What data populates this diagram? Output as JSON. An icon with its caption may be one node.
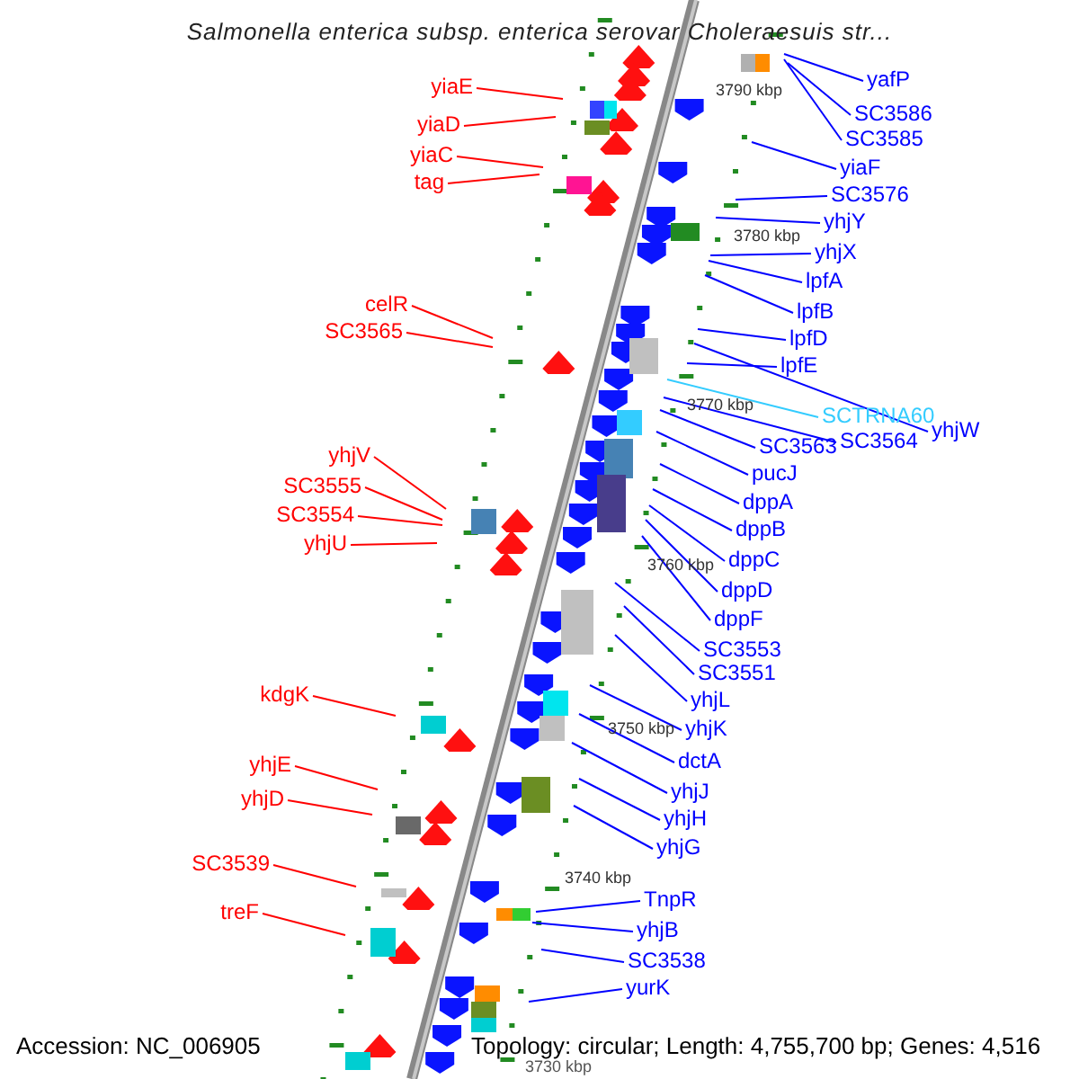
{
  "diagram": {
    "title": "Salmonella enterica subsp. enterica serovar Choleraesuis str...",
    "nodes": [
      {
        "text": [
          "yiaE"
        ]
      },
      {
        "text": [
          "yiaD"
        ]
      },
      {
        "text": [
          "yiaC"
        ]
      },
      {
        "text": [
          "tag"
        ]
      },
      {
        "text": [
          "celR"
        ]
      },
      {
        "text": [
          "SC3565"
        ]
      },
      {
        "text": [
          "yhjV"
        ]
      },
      {
        "text": [
          "SC3555"
        ]
      },
      {
        "text": [
          "SC3554"
        ]
      },
      {
        "text": [
          "yhjU"
        ]
      },
      {
        "text": [
          "kdgK"
        ]
      },
      {
        "text": [
          "yhjE"
        ]
      },
      {
        "text": [
          "yhjD"
        ]
      },
      {
        "text": [
          "SC3539"
        ]
      },
      {
        "text": [
          "treF"
        ]
      },
      {
        "text": [
          "yafP"
        ]
      },
      {
        "text": [
          "SC3586"
        ]
      },
      {
        "text": [
          "SC3585"
        ]
      },
      {
        "text": [
          "yiaF"
        ]
      },
      {
        "text": [
          "SC3576"
        ]
      },
      {
        "text": [
          "yhjY"
        ]
      },
      {
        "text": [
          "yhjX"
        ]
      },
      {
        "text": [
          "lpfA"
        ]
      },
      {
        "text": [
          "lpfB"
        ]
      },
      {
        "text": [
          "lpfD"
        ]
      },
      {
        "text": [
          "lpfE"
        ]
      },
      {
        "text": [
          "SCTRNA60"
        ]
      },
      {
        "text": [
          "yhjW"
        ]
      },
      {
        "text": [
          "SC3564"
        ]
      },
      {
        "text": [
          "SC3563"
        ]
      },
      {
        "text": [
          "pucJ"
        ]
      },
      {
        "text": [
          "dppA"
        ]
      },
      {
        "text": [
          "dppB"
        ]
      },
      {
        "text": [
          "dppC"
        ]
      },
      {
        "text": [
          "dppD"
        ]
      },
      {
        "text": [
          "dppF"
        ]
      },
      {
        "text": [
          "SC3553"
        ]
      },
      {
        "text": [
          "SC3551"
        ]
      },
      {
        "text": [
          "yhjL"
        ]
      },
      {
        "text": [
          "yhjK"
        ]
      },
      {
        "text": [
          "dctA"
        ]
      },
      {
        "text": [
          "yhjJ"
        ]
      },
      {
        "text": [
          "yhjH"
        ]
      },
      {
        "text": [
          "yhjG"
        ]
      },
      {
        "text": [
          "TnpR"
        ]
      },
      {
        "text": [
          "yhjB"
        ]
      },
      {
        "text": [
          "SC3538"
        ]
      },
      {
        "text": [
          "yurK"
        ]
      }
    ],
    "edges": [
      {
        "from": 0,
        "to": null,
        "arrow": "none",
        "color": "#ff0000"
      },
      {
        "from": 1,
        "to": null,
        "arrow": "none",
        "color": "#ff0000"
      },
      {
        "from": 2,
        "to": null,
        "arrow": "none",
        "color": "#ff0000"
      },
      {
        "from": 3,
        "to": null,
        "arrow": "none",
        "color": "#ff0000"
      },
      {
        "from": 4,
        "to": null,
        "arrow": "none",
        "color": "#ff0000"
      },
      {
        "from": 5,
        "to": null,
        "arrow": "none",
        "color": "#ff0000"
      },
      {
        "from": 6,
        "to": null,
        "arrow": "none",
        "color": "#ff0000"
      },
      {
        "from": 7,
        "to": null,
        "arrow": "none",
        "color": "#ff0000"
      },
      {
        "from": 8,
        "to": null,
        "arrow": "none",
        "color": "#ff0000"
      },
      {
        "from": 9,
        "to": null,
        "arrow": "none",
        "color": "#ff0000"
      },
      {
        "from": 10,
        "to": null,
        "arrow": "none",
        "color": "#ff0000"
      },
      {
        "from": 11,
        "to": null,
        "arrow": "none",
        "color": "#ff0000"
      },
      {
        "from": 12,
        "to": null,
        "arrow": "none",
        "color": "#ff0000"
      },
      {
        "from": 13,
        "to": null,
        "arrow": "none",
        "color": "#ff0000"
      },
      {
        "from": 14,
        "to": null,
        "arrow": "none",
        "color": "#ff0000"
      },
      {
        "from": 15,
        "to": null,
        "arrow": "none"
      },
      {
        "from": 16,
        "to": null,
        "arrow": "none"
      },
      {
        "from": 17,
        "to": null,
        "arrow": "none"
      },
      {
        "from": 18,
        "to": null,
        "arrow": "none"
      },
      {
        "from": 19,
        "to": null,
        "arrow": "none"
      },
      {
        "from": 20,
        "to": null,
        "arrow": "none"
      },
      {
        "from": 21,
        "to": null,
        "arrow": "none"
      },
      {
        "from": 22,
        "to": null,
        "arrow": "none"
      },
      {
        "from": 23,
        "to": null,
        "arrow": "none"
      },
      {
        "from": 24,
        "to": null,
        "arrow": "none"
      },
      {
        "from": 25,
        "to": null,
        "arrow": "none"
      },
      {
        "from": 26,
        "to": null,
        "arrow": "none",
        "color": "#33ccff"
      },
      {
        "from": 27,
        "to": null,
        "arrow": "none"
      },
      {
        "from": 28,
        "to": null,
        "arrow": "none"
      },
      {
        "from": 29,
        "to": null,
        "arrow": "none"
      },
      {
        "from": 30,
        "to": null,
        "arrow": "none"
      },
      {
        "from": 31,
        "to": null,
        "arrow": "none"
      },
      {
        "from": 32,
        "to": null,
        "arrow": "none"
      },
      {
        "from": 33,
        "to": null,
        "arrow": "none"
      },
      {
        "from": 34,
        "to": null,
        "arrow": "none"
      },
      {
        "from": 35,
        "to": null,
        "arrow": "none"
      },
      {
        "from": 36,
        "to": null,
        "arrow": "none"
      },
      {
        "from": 37,
        "to": null,
        "arrow": "none"
      },
      {
        "from": 38,
        "to": null,
        "arrow": "none"
      },
      {
        "from": 39,
        "to": null,
        "arrow": "none"
      },
      {
        "from": 40,
        "to": null,
        "arrow": "none"
      },
      {
        "from": 41,
        "to": null,
        "arrow": "none"
      },
      {
        "from": 42,
        "to": null,
        "arrow": "none"
      },
      {
        "from": 43,
        "to": null,
        "arrow": "none"
      },
      {
        "from": 44,
        "to": null,
        "arrow": "none"
      },
      {
        "from": 45,
        "to": null,
        "arrow": "none"
      },
      {
        "from": 46,
        "to": null,
        "arrow": "none"
      },
      {
        "from": 47,
        "to": null,
        "arrow": "none"
      }
    ],
    "labels": [
      "3790 kbp",
      "3780 kbp",
      "3770 kbp",
      "3760 kbp",
      "3750 kbp",
      "3740 kbp",
      "3730 kbp",
      "Accession: NC_006905",
      "Topology: circular; Length: 4,755,700 bp; Genes: 4,516"
    ]
  }
}
